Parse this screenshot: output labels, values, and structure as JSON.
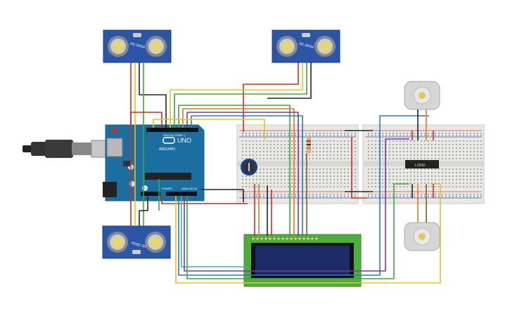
{
  "arduino": {
    "logo_text": "UNO",
    "brand_text": "ARDUINO",
    "digital_label": "DIGITAL (PWM~)",
    "power_label": "POWER",
    "analog_label": "ANALOG IN"
  },
  "sensors": {
    "top_left_label": "HC-SR04",
    "top_right_label": "HC-SR04",
    "bottom_label": "HC-SR04"
  },
  "driver_chip": {
    "label": "L293D"
  },
  "colors": {
    "board": "#1b6fa0",
    "breadboard": "#e8e8e4",
    "sensor_body": "#2b56a8",
    "lcd_body": "#4cae3c",
    "lcd_screen": "#1c2c66",
    "wire_red": "#d42a24",
    "wire_black": "#222222",
    "wire_yellow": "#e8c21e",
    "wire_green": "#3aa83a",
    "wire_orange": "#e07a1e",
    "wire_purple": "#7a3aa0",
    "wire_blue": "#2a7ab8",
    "wire_brown": "#8a5a2a",
    "wire_teal": "#3ab8a8"
  }
}
